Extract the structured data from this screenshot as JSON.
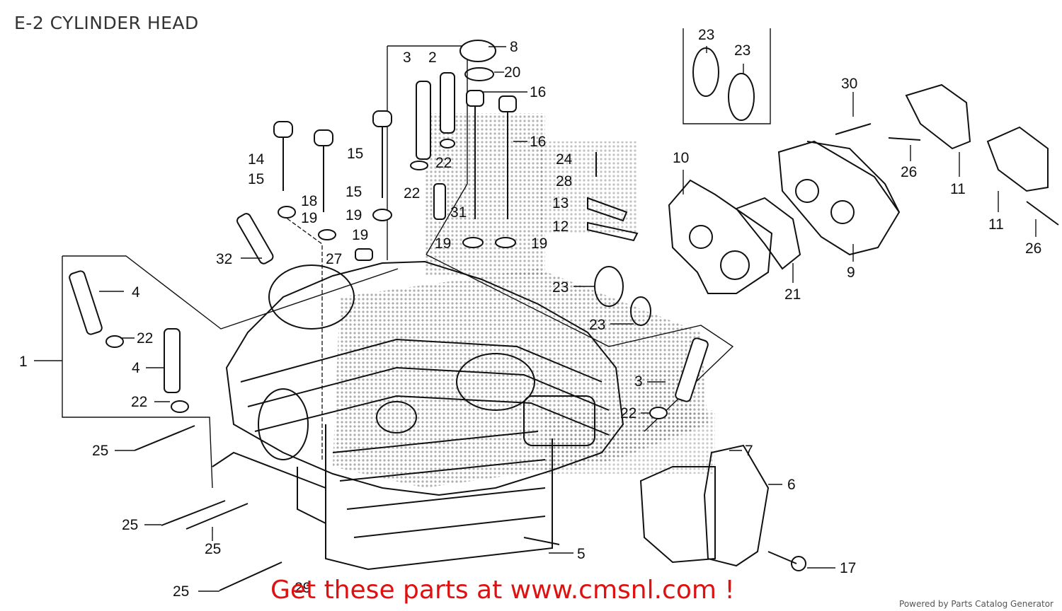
{
  "title": "E-2 CYLINDER HEAD",
  "banner": "Get these parts at www.cmsnl.com !",
  "powered_by": "Powered by Parts Catalog Generator",
  "callouts": [
    {
      "id": "c1",
      "text": "1"
    },
    {
      "id": "c2",
      "text": "2"
    },
    {
      "id": "c3a",
      "text": "3"
    },
    {
      "id": "c3b",
      "text": "3"
    },
    {
      "id": "c4a",
      "text": "4"
    },
    {
      "id": "c4b",
      "text": "4"
    },
    {
      "id": "c5",
      "text": "5"
    },
    {
      "id": "c6",
      "text": "6"
    },
    {
      "id": "c7",
      "text": "7"
    },
    {
      "id": "c8",
      "text": "8"
    },
    {
      "id": "c9",
      "text": "9"
    },
    {
      "id": "c10",
      "text": "10"
    },
    {
      "id": "c11a",
      "text": "11"
    },
    {
      "id": "c11b",
      "text": "11"
    },
    {
      "id": "c12",
      "text": "12"
    },
    {
      "id": "c13",
      "text": "13"
    },
    {
      "id": "c14",
      "text": "14"
    },
    {
      "id": "c15a",
      "text": "15"
    },
    {
      "id": "c15b",
      "text": "15"
    },
    {
      "id": "c15c",
      "text": "15"
    },
    {
      "id": "c15d",
      "text": "15"
    },
    {
      "id": "c16a",
      "text": "16"
    },
    {
      "id": "c16b",
      "text": "16"
    },
    {
      "id": "c17",
      "text": "17"
    },
    {
      "id": "c18",
      "text": "18"
    },
    {
      "id": "c19a",
      "text": "19"
    },
    {
      "id": "c19b",
      "text": "19"
    },
    {
      "id": "c19c",
      "text": "19"
    },
    {
      "id": "c19d",
      "text": "19"
    },
    {
      "id": "c19e",
      "text": "19"
    },
    {
      "id": "c20",
      "text": "20"
    },
    {
      "id": "c21",
      "text": "21"
    },
    {
      "id": "c22a",
      "text": "22"
    },
    {
      "id": "c22b",
      "text": "22"
    },
    {
      "id": "c22c",
      "text": "22"
    },
    {
      "id": "c22d",
      "text": "22"
    },
    {
      "id": "c22e",
      "text": "22"
    },
    {
      "id": "c23a",
      "text": "23"
    },
    {
      "id": "c23b",
      "text": "23"
    },
    {
      "id": "c23c",
      "text": "23"
    },
    {
      "id": "c23d",
      "text": "23"
    },
    {
      "id": "c24",
      "text": "24"
    },
    {
      "id": "c25a",
      "text": "25"
    },
    {
      "id": "c25b",
      "text": "25"
    },
    {
      "id": "c25c",
      "text": "25"
    },
    {
      "id": "c25d",
      "text": "25"
    },
    {
      "id": "c26a",
      "text": "26"
    },
    {
      "id": "c26b",
      "text": "26"
    },
    {
      "id": "c27",
      "text": "27"
    },
    {
      "id": "c28",
      "text": "28"
    },
    {
      "id": "c29",
      "text": "29"
    },
    {
      "id": "c30",
      "text": "30"
    },
    {
      "id": "c31",
      "text": "31"
    },
    {
      "id": "c32",
      "text": "32"
    }
  ]
}
